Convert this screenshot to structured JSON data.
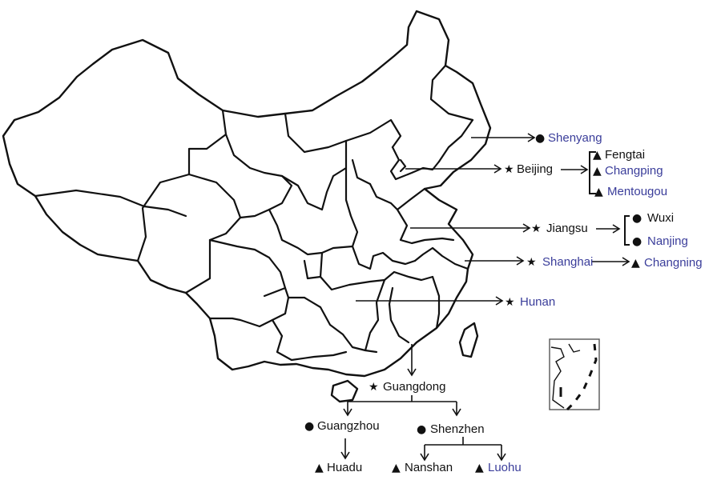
{
  "colors": {
    "black_label": "#111111",
    "blue_label": "#3a3d9a"
  },
  "legend_symbols": {
    "star": "★",
    "circle": "●",
    "triangle": "▲"
  },
  "locations": {
    "shenyang": {
      "label": "Shenyang",
      "marker": "circle",
      "color": "blue"
    },
    "beijing": {
      "label": "Beijing",
      "marker": "star",
      "color": "black"
    },
    "fengtai": {
      "label": "Fengtai",
      "marker": "triangle",
      "color": "black"
    },
    "changping": {
      "label": "Changping",
      "marker": "triangle",
      "color": "blue"
    },
    "mentougou": {
      "label": "Mentougou",
      "marker": "triangle",
      "color": "blue"
    },
    "jiangsu": {
      "label": "Jiangsu",
      "marker": "star",
      "color": "black"
    },
    "wuxi": {
      "label": "Wuxi",
      "marker": "circle",
      "color": "black"
    },
    "nanjing": {
      "label": "Nanjing",
      "marker": "circle",
      "color": "blue"
    },
    "shanghai": {
      "label": "Shanghai",
      "marker": "star",
      "color": "blue"
    },
    "changning": {
      "label": "Changning",
      "marker": "triangle",
      "color": "blue"
    },
    "hunan": {
      "label": "Hunan",
      "marker": "star",
      "color": "blue"
    },
    "guangdong": {
      "label": "Guangdong",
      "marker": "star",
      "color": "black"
    },
    "guangzhou": {
      "label": "Guangzhou",
      "marker": "circle",
      "color": "black"
    },
    "shenzhen": {
      "label": "Shenzhen",
      "marker": "circle",
      "color": "black"
    },
    "huadu": {
      "label": "Huadu",
      "marker": "triangle",
      "color": "black"
    },
    "nanshan": {
      "label": "Nanshan",
      "marker": "triangle",
      "color": "black"
    },
    "luohu": {
      "label": "Luohu",
      "marker": "triangle",
      "color": "blue"
    }
  }
}
